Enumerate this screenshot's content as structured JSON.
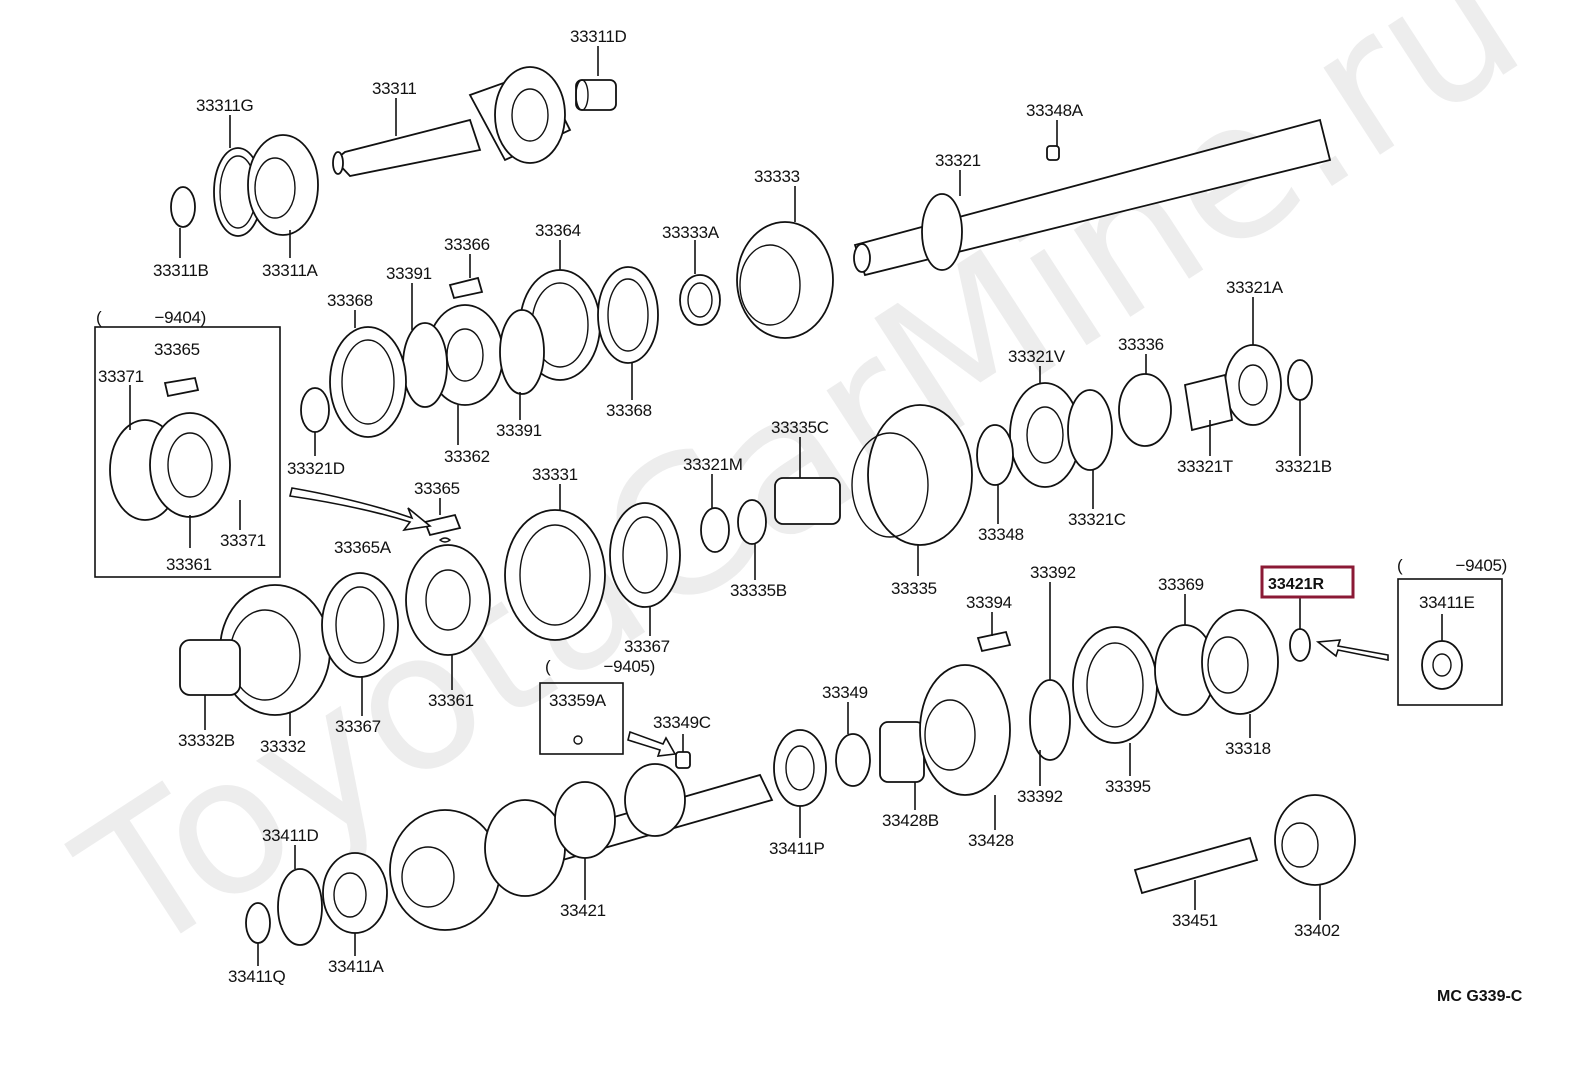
{
  "watermark": "ToyotaCarMine.ru",
  "diagram_code": "MC G339-C",
  "highlighted_part": "33421R",
  "range_labels": [
    "(            −9404)",
    "(            −9405)",
    "(            −9405)"
  ],
  "labels": [
    "33311D",
    "33311",
    "33311G",
    "33311B",
    "33311A",
    "33348A",
    "33321",
    "33366",
    "33364",
    "33333A",
    "33333",
    "33391",
    "33368",
    "33365",
    "33371",
    "33362",
    "33391",
    "33368",
    "33321A",
    "33321V",
    "33336",
    "33321D",
    "33335C",
    "33321M",
    "33331",
    "33365",
    "33365A",
    "33321T",
    "33321B",
    "33348",
    "33321C",
    "33335B",
    "33335",
    "33361",
    "33371",
    "33392",
    "33394",
    "33369",
    "33421R",
    "33411E",
    "33332B",
    "33332",
    "33367",
    "33361",
    "33367",
    "33359A",
    "33349C",
    "33349",
    "33318",
    "33392",
    "33395",
    "33411P",
    "33428B",
    "33428",
    "33411D",
    "33421",
    "33451",
    "33402",
    "33411Q",
    "33411A"
  ]
}
